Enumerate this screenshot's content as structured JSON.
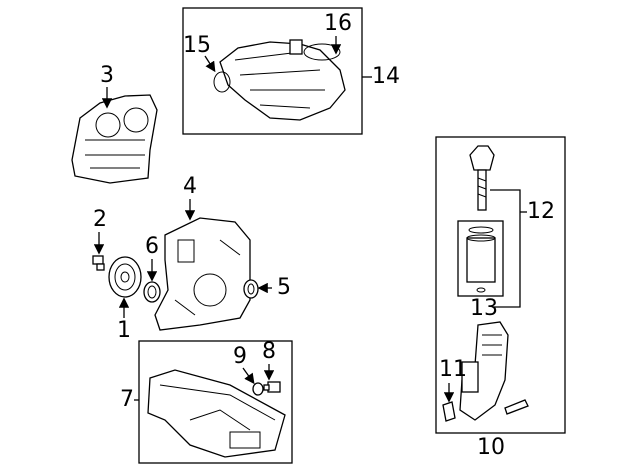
{
  "diagram": {
    "callouts": [
      {
        "id": "1",
        "text": "1"
      },
      {
        "id": "2",
        "text": "2"
      },
      {
        "id": "3",
        "text": "3"
      },
      {
        "id": "4",
        "text": "4"
      },
      {
        "id": "5",
        "text": "5"
      },
      {
        "id": "6",
        "text": "6"
      },
      {
        "id": "7",
        "text": "7"
      },
      {
        "id": "8",
        "text": "8"
      },
      {
        "id": "9",
        "text": "9"
      },
      {
        "id": "10",
        "text": "10"
      },
      {
        "id": "11",
        "text": "11"
      },
      {
        "id": "12",
        "text": "12"
      },
      {
        "id": "13",
        "text": "13"
      },
      {
        "id": "14",
        "text": "14"
      },
      {
        "id": "15",
        "text": "15"
      },
      {
        "id": "16",
        "text": "16"
      }
    ]
  }
}
